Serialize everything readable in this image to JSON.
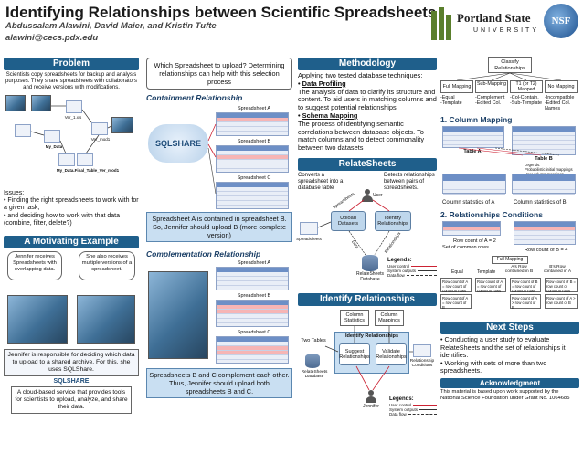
{
  "header": {
    "title": "Identifying Relationships between Scientific Spreadsheets",
    "authors": "Abdussalam Alawini,  David Maier, and Kristin Tufte",
    "email": "alawini@cecs.pdx.edu",
    "logo_text_1": "Portland State",
    "logo_text_2": "UNIVERSITY",
    "nsf_text": "NSF"
  },
  "problem": {
    "heading": "Problem",
    "text": "Scientists copy spreadsheets for backup and analysis purposes. They share spreadsheets with collaborators and receive versions with modifications.",
    "file_labels": [
      "Ver_1.xls",
      "Ver_mod1",
      "My_Data",
      "My_Data.Final_Table_Ver_mod1"
    ],
    "issues_title": "Issues:",
    "issues": [
      "Finding the right spreadsheets to work with for a given task,",
      "and deciding how to work with that data (combine, filter, delete?)"
    ]
  },
  "motivating": {
    "heading": "A Motivating Example",
    "bubble_left": "Jennifer receives Spreadsheets with overlapping data.",
    "bubble_right": "She also receives multiple versions of a spreadsheet.",
    "responsible": "Jennifer is responsible for deciding which data to upload to a shared archive. For this, she uses SQLShare.",
    "sqlshare_logo": "SQLSHARE",
    "sqlshare_desc": "A cloud-based service that provides tools for scientists to upload, analyze, and share their data."
  },
  "which": {
    "question": "Which Spreadsheet to upload? Determining relationships can help with this selection process",
    "containment_title": "Containment Relationship",
    "sqlshare_word": "SQLSHARE",
    "sheet_a": "Spreadsheet A",
    "sheet_b": "Spreadsheet B",
    "sheet_c": "Spreadsheet C",
    "containment_caption": "Spreadsheet A is contained in spreadsheet B. So, Jennifer should upload B (more complete version)",
    "complementation_title": "Complementation Relationship",
    "complementation_caption": "Spreadsheets B and C complement each other. Thus, Jennifer should upload both spreadsheets B and C."
  },
  "methodology": {
    "heading": "Methodology",
    "intro": "Applying two tested database techniques:",
    "step1_title": "Data Profiling",
    "step1_text": "The analysis of data to clarify its structure and content. To aid users in matching columns and to suggest potential relationships",
    "step2_title": "Schema Mapping",
    "step2_text": "The process of identifying semantic correlations between database objects. To match columns and to detect commonality between two datasets"
  },
  "relatesheets": {
    "heading": "RelateSheets",
    "left_text": "Converts a spreadsheet into a database table",
    "right_text": "Detects relationships between pairs of spreadsheets.",
    "user": "User",
    "upload_node": "Upload Datasets",
    "identify_node": "Identify Relationships",
    "db_label": "RelateSheets Database",
    "spreadsheets_label": "Spreadsheets",
    "legend_title": "Legends:",
    "legend_items": [
      "User control",
      "System outputs",
      "Data flow"
    ],
    "arrow_labels": [
      "Spreadsheets",
      "Data",
      "Relationships"
    ]
  },
  "identify": {
    "heading": "Identify Relationships",
    "col_stats": "Column Statistics",
    "col_map": "Column Mappings",
    "ir_box": "Identify Relationships",
    "two_tables": "Two Tables",
    "suggest": "Suggest Relationships",
    "validate": "Validate Relationships",
    "db_label": "RelateSheets Database",
    "conditions": "Relationship Conditions",
    "user": "Jennifer",
    "legend_title": "Legends:",
    "legend_items": [
      "User control",
      "System outputs",
      "Data flow"
    ]
  },
  "classify": {
    "top": "Classify Relationships",
    "nodes": [
      "Full Mapping",
      "Sub-Mapping",
      "T1 (or T2) Mapped",
      "No Mapping"
    ],
    "sublabels": [
      "-Equal\n-Template",
      "-Complement\n-Edited Col.",
      "-Col-Contain.\n-Sub-Template",
      "-Incompatible\n-Edited Col. Names"
    ]
  },
  "column_mapping": {
    "heading": "1. Column Mapping",
    "table_a": "Table A",
    "table_b": "Table B",
    "legend": [
      "Legends:",
      "Probabilistic initial mappings",
      "User column mappings"
    ],
    "caption_a": "Column statistics of A",
    "caption_b": "Column statistics of B"
  },
  "conditions": {
    "heading": "2. Relationships Conditions",
    "row_a2": "Row count of A = 2",
    "set_common": "Set of common rows",
    "row_b": "Row count of B = 4",
    "full_mapping": "Full Mapping",
    "equal": "Equal",
    "template": "Template",
    "a_rows_b": "A's Row contained in B",
    "b_rows_a": "B's Row contained in A",
    "cond_boxes": [
      "Row count of A = row count of common rows",
      "Row count of A = row count of B",
      "Row count of A = row count of common rows",
      "Row count of B = row count of common rows",
      "Row count of A > row count of B",
      "Row count of B = row count of common rows",
      "Row count of A > row count of B"
    ]
  },
  "next": {
    "heading": "Next Steps",
    "items": [
      "Conducting a user study to evaluate RelateSheets and the set of relationships it identifies.",
      "Working with sets of more than two spreadsheets."
    ],
    "ack_heading": "Acknowledgment",
    "ack_text": "This material is based upon work supported by the National Science Foundation under Grant No. 1064685"
  },
  "colors": {
    "header_blue": "#1f5f8b",
    "node_blue": "#bfd7ec",
    "highlight_pink": "#f6b5b5"
  }
}
